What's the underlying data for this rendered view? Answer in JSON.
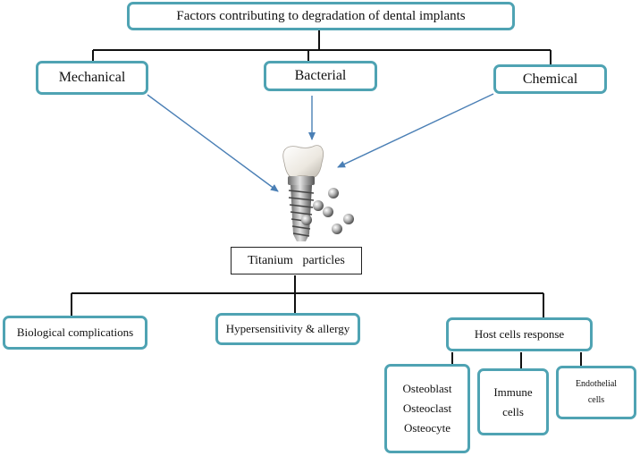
{
  "title": "Factors contributing to degradation of dental implants",
  "factors": [
    "Mechanical",
    "Bacterial",
    "Chemical"
  ],
  "particles_label": "Titanium   particles",
  "effects": [
    "Biological complications",
    "Hypersensitivity & allergy",
    "Host cells response"
  ],
  "host_cells": {
    "bone_cells": [
      "Osteoblast",
      "Osteoclast",
      "Osteocyte"
    ],
    "immune": [
      "Immune",
      "cells"
    ],
    "endothelial": [
      "Endothelial",
      "cells"
    ]
  },
  "colors": {
    "box_border": "#4fa3b3",
    "arrow": "#4a7fb5",
    "connector": "#111111"
  },
  "icons": [
    "dental-implant-icon",
    "titanium-particle-icon"
  ]
}
